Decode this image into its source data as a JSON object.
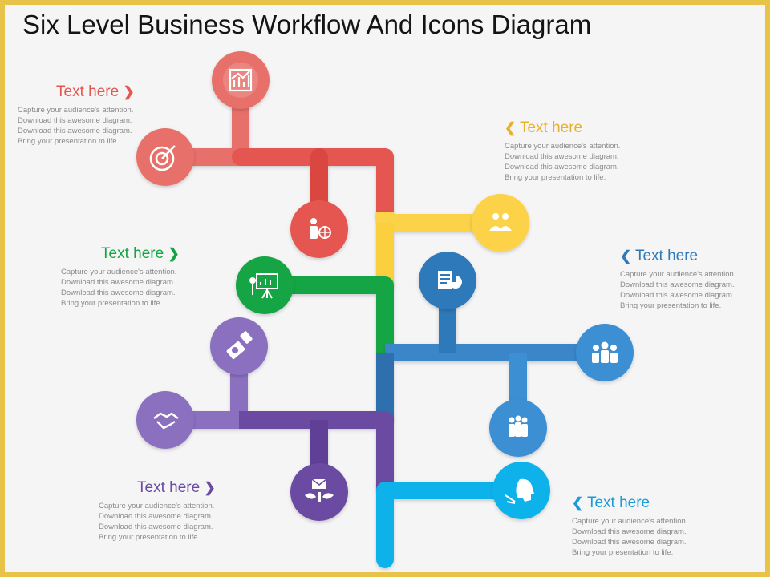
{
  "title": "Six Level Business Workflow And Icons Diagram",
  "colors": {
    "frame": "#e8c34a",
    "red": "#e4574f",
    "yellow": "#fbcf3d",
    "green": "#13a544",
    "blue_mid": "#2f79b9",
    "purple": "#6a4ba1",
    "cyan": "#0ab2ea",
    "lightblue": "#3a8fd2"
  },
  "text_blocks": [
    {
      "heading": "Text here",
      "color": "#e4574f",
      "chevron": "right",
      "lines": [
        "Capture your audience's attention.",
        "Download this awesome diagram.",
        "Download this awesome diagram.",
        "Bring your presentation to life."
      ]
    },
    {
      "heading": "Text here",
      "color": "#13a544",
      "chevron": "right",
      "lines": [
        "Capture your audience's attention.",
        "Download this awesome diagram.",
        "Download this awesome diagram.",
        "Bring your presentation to life."
      ]
    },
    {
      "heading": "Text here",
      "color": "#6a4ba1",
      "chevron": "right",
      "lines": [
        "Capture your audience's attention.",
        "Download this awesome diagram.",
        "Download this awesome diagram.",
        "Bring your presentation to life."
      ]
    },
    {
      "heading": "Text here",
      "color": "#e8b12d",
      "chevron": "left",
      "lines": [
        "Capture your audience's attention.",
        "Download this awesome diagram.",
        "Download this awesome diagram.",
        "Bring your presentation to life."
      ]
    },
    {
      "heading": "Text here",
      "color": "#2f79b9",
      "chevron": "left",
      "lines": [
        "Capture your audience's attention.",
        "Download this awesome diagram.",
        "Download this awesome diagram.",
        "Bring your presentation to life."
      ]
    },
    {
      "heading": "Text here",
      "color": "#1b9cd8",
      "chevron": "left",
      "lines": [
        "Capture your audience's attention.",
        "Download this awesome diagram.",
        "Download this awesome diagram.",
        "Bring your presentation to life."
      ]
    }
  ],
  "icons": [
    "chart-growth-icon",
    "target-icon",
    "person-globe-icon",
    "presentation-icon",
    "handshake-icon",
    "money-hand-icon",
    "email-envelope-icon",
    "people-group-icon",
    "report-icon",
    "team-icon",
    "crowd-icon",
    "head-idea-icon"
  ]
}
